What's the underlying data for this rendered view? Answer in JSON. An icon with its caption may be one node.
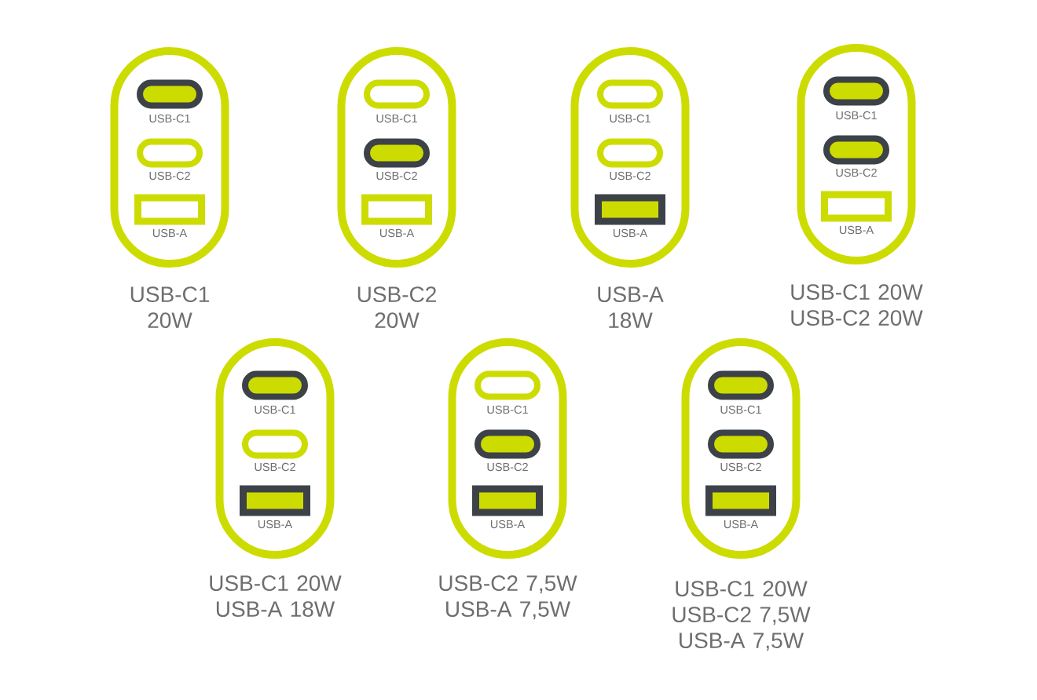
{
  "diagram": {
    "nodes": [
      {
        "text": [],
        "shape": "pill",
        "beside": [
          "USB-C1 20W"
        ]
      },
      {
        "text": [],
        "shape": "pill",
        "beside": [
          "USB-C1"
        ],
        "in": 0
      },
      {
        "text": [],
        "shape": "pill",
        "beside": [
          "USB-C2"
        ],
        "in": 0
      },
      {
        "text": [],
        "shape": "box",
        "beside": [
          "USB-A"
        ],
        "in": 0
      },
      {
        "text": [],
        "shape": "pill",
        "beside": [
          "USB-C2 20W"
        ]
      },
      {
        "text": [],
        "shape": "pill",
        "beside": [
          "USB-C1"
        ],
        "in": 4
      },
      {
        "text": [],
        "shape": "pill",
        "beside": [
          "USB-C2"
        ],
        "in": 4
      },
      {
        "text": [],
        "shape": "box",
        "beside": [
          "USB-A"
        ],
        "in": 4
      },
      {
        "text": [],
        "shape": "pill",
        "beside": [
          "USB-A 18W"
        ]
      },
      {
        "text": [],
        "shape": "pill",
        "beside": [
          "USB-C1"
        ],
        "in": 8
      },
      {
        "text": [],
        "shape": "pill",
        "beside": [
          "USB-C2"
        ],
        "in": 8
      },
      {
        "text": [],
        "shape": "box",
        "beside": [
          "USB-A"
        ],
        "in": 8
      },
      {
        "text": [],
        "shape": "pill",
        "beside": [
          "USB-C1 20W",
          "USB-C2 20W"
        ]
      },
      {
        "text": [],
        "shape": "pill",
        "beside": [
          "USB-C1"
        ],
        "in": 12
      },
      {
        "text": [],
        "shape": "pill",
        "beside": [
          "USB-C2"
        ],
        "in": 12
      },
      {
        "text": [],
        "shape": "box",
        "beside": [
          "USB-A"
        ],
        "in": 12
      },
      {
        "text": [],
        "shape": "pill",
        "beside": [
          "USB-C1 20W",
          "USB-A 18W"
        ]
      },
      {
        "text": [],
        "shape": "pill",
        "beside": [
          "USB-C1"
        ],
        "in": 16
      },
      {
        "text": [],
        "shape": "pill",
        "beside": [
          "USB-C2"
        ],
        "in": 16
      },
      {
        "text": [],
        "shape": "box",
        "beside": [
          "USB-A"
        ],
        "in": 16
      },
      {
        "text": [],
        "shape": "pill",
        "beside": [
          "USB-C2 7,5W",
          "USB-A 7,5W"
        ]
      },
      {
        "text": [],
        "shape": "pill",
        "beside": [
          "USB-C1"
        ],
        "in": 20
      },
      {
        "text": [],
        "shape": "pill",
        "beside": [
          "USB-C2"
        ],
        "in": 20
      },
      {
        "text": [],
        "shape": "box",
        "beside": [
          "USB-A"
        ],
        "in": 20
      },
      {
        "text": [],
        "shape": "pill",
        "beside": [
          "USB-C1 20W",
          "USB-C2 7,5W",
          "USB-A 7,5W"
        ]
      },
      {
        "text": [],
        "shape": "pill",
        "beside": [
          "USB-C1"
        ],
        "in": 24
      },
      {
        "text": [],
        "shape": "pill",
        "beside": [
          "USB-C2"
        ],
        "in": 24
      },
      {
        "text": [],
        "shape": "box",
        "beside": [
          "USB-A"
        ],
        "in": 24
      }
    ]
  }
}
